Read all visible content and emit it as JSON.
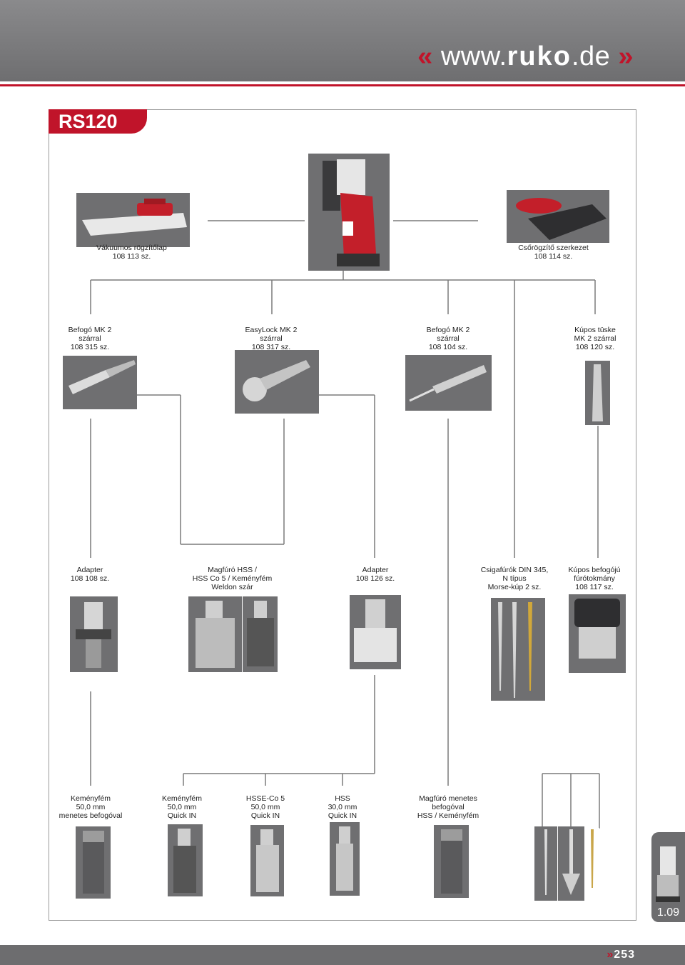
{
  "header": {
    "url_prefix": "www.",
    "url_brand": "ruko",
    "url_suffix": ".de",
    "quote_left": "«",
    "quote_right": "»"
  },
  "model": "RS120",
  "top_items": {
    "vacuum": "Vákuumos rögzítőlap\n108 113 sz.",
    "pipe": "Csőrögzítő szerkezet\n108 114 sz."
  },
  "row1": {
    "item1": "Befogó MK 2\nszárral\n108 315 sz.",
    "item2": "EasyLock MK 2\nszárral\n108 317 sz.",
    "item3": "Befogó MK 2\nszárral\n108 104 sz.",
    "item4": "Kúpos tüske\nMK 2 szárral\n108 120 sz."
  },
  "row2": {
    "item1": "Adapter\n108 108 sz.",
    "item2": "Magfúró HSS /\nHSS Co 5 / Keményfém\nWeldon szár",
    "item3": "Adapter\n108 126 sz.",
    "item4": "Csigafúrók DIN 345,\nN típus\nMorse-kúp 2 sz.",
    "item5": "Kúpos befogójú\nfúrótokmány\n108 117 sz."
  },
  "row3": {
    "item1": "Keményfém\n50,0 mm\nmenetes befogóval",
    "item2": "Keményfém\n50,0 mm\nQuick IN",
    "item3": "HSSE-Co 5\n50,0 mm\nQuick IN",
    "item4": "HSS\n30,0 mm\nQuick IN",
    "item5": "Magfúró menetes\nbefogóval\nHSS / Keményfém"
  },
  "chapter": "1.09",
  "page": {
    "prefix": "»",
    "number": "253"
  },
  "colors": {
    "accent": "#c0142a",
    "gray": "#6d6d6f",
    "line": "#7a7a7a"
  },
  "icons": [
    "drill-machine-photo",
    "vacuum-plate-photo",
    "pipe-clamp-photo",
    "chuck-holder-photo",
    "annular-cutter-photo",
    "adapter-photo",
    "twist-drill-photo",
    "drill-chuck-photo"
  ]
}
